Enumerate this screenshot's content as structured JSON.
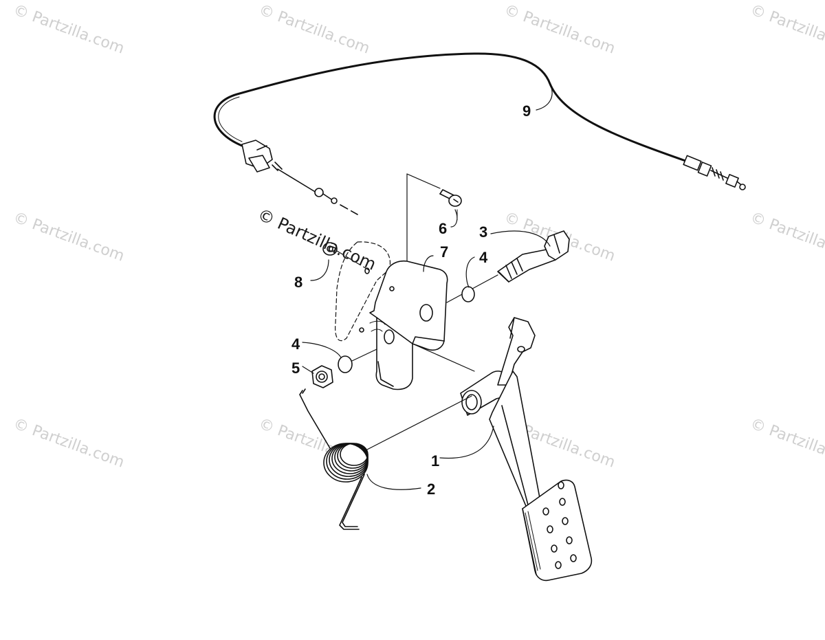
{
  "watermark": {
    "text": "© Partzilla.com",
    "color": "#cfcfcf",
    "center_color": "#1a1a1a"
  },
  "callouts": {
    "c1": "1",
    "c2": "2",
    "c3": "3",
    "c4a": "4",
    "c4b": "4",
    "c5": "5",
    "c6": "6",
    "c7": "7",
    "c8": "8",
    "c9": "9"
  },
  "colors": {
    "line": "#111111",
    "background": "#ffffff"
  }
}
